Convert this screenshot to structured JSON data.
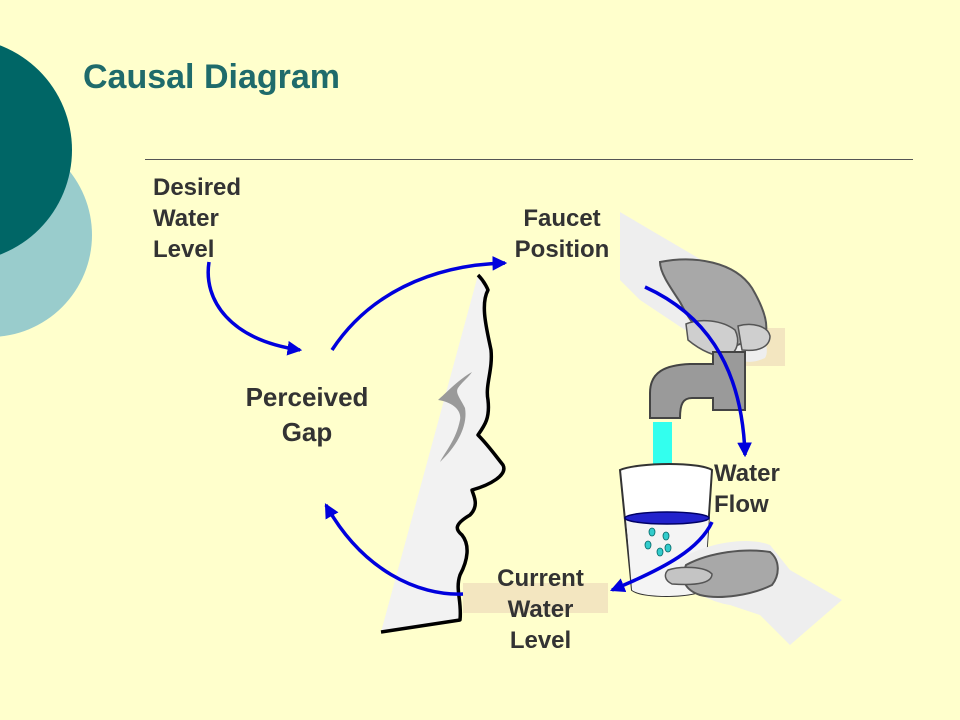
{
  "slide": {
    "title": "Causal Diagram"
  },
  "nodes": {
    "desired_water_level": {
      "lines": [
        "Desired",
        "Water",
        "Level"
      ]
    },
    "faucet_position": {
      "lines": [
        "Faucet",
        "Position"
      ]
    },
    "perceived_gap": {
      "lines": [
        "Perceived",
        "Gap"
      ]
    },
    "water_flow": {
      "lines": [
        "Water",
        "Flow"
      ]
    },
    "current_water_level": {
      "lines": [
        "Current",
        "Water",
        "Level"
      ]
    }
  },
  "colors": {
    "background": "#ffffcc",
    "title": "#1f6b6b",
    "arrow": "#0000dd",
    "circle_dark": "#006666",
    "circle_light": "#99cccc",
    "label": "#333333",
    "water": "#33ffee"
  }
}
